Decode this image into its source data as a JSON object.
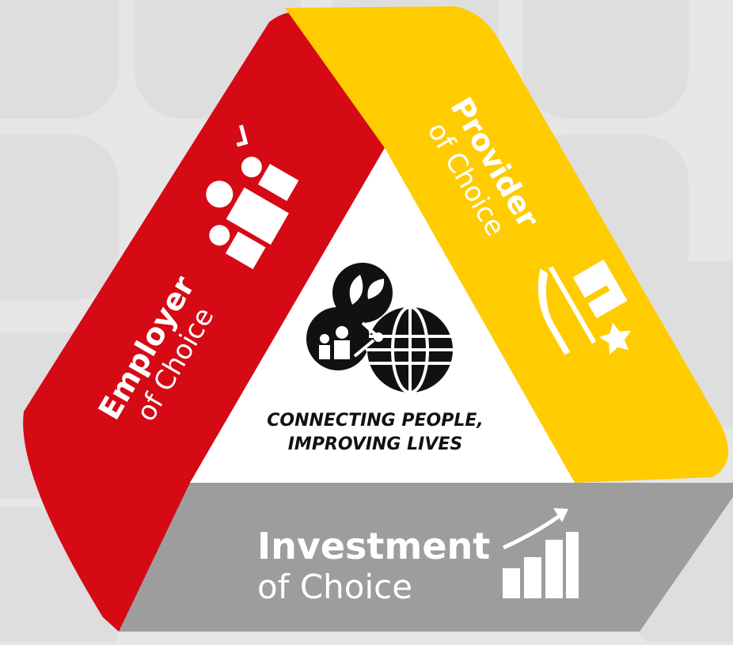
{
  "colors": {
    "background": "#e6e6e6",
    "background_tiles": "#dedede",
    "employer": "#d50a14",
    "provider": "#fecc00",
    "investment": "#9d9d9d",
    "center": "#ffffff",
    "icon_dark": "#111111",
    "label_text": "#ffffff",
    "center_text": "#111111"
  },
  "segments": {
    "employer": {
      "title": "Employer",
      "subtitle": "of Choice",
      "icon": "people-check-icon"
    },
    "provider": {
      "title": "Provider",
      "subtitle": "of Choice",
      "icon": "hand-package-star-icon"
    },
    "investment": {
      "title": "Investment",
      "subtitle": "of Choice",
      "icon": "growth-bar-chart-icon"
    }
  },
  "center": {
    "line1": "CONNECTING PEOPLE,",
    "line2": "IMPROVING LIVES",
    "icon": "globe-network-icon"
  }
}
